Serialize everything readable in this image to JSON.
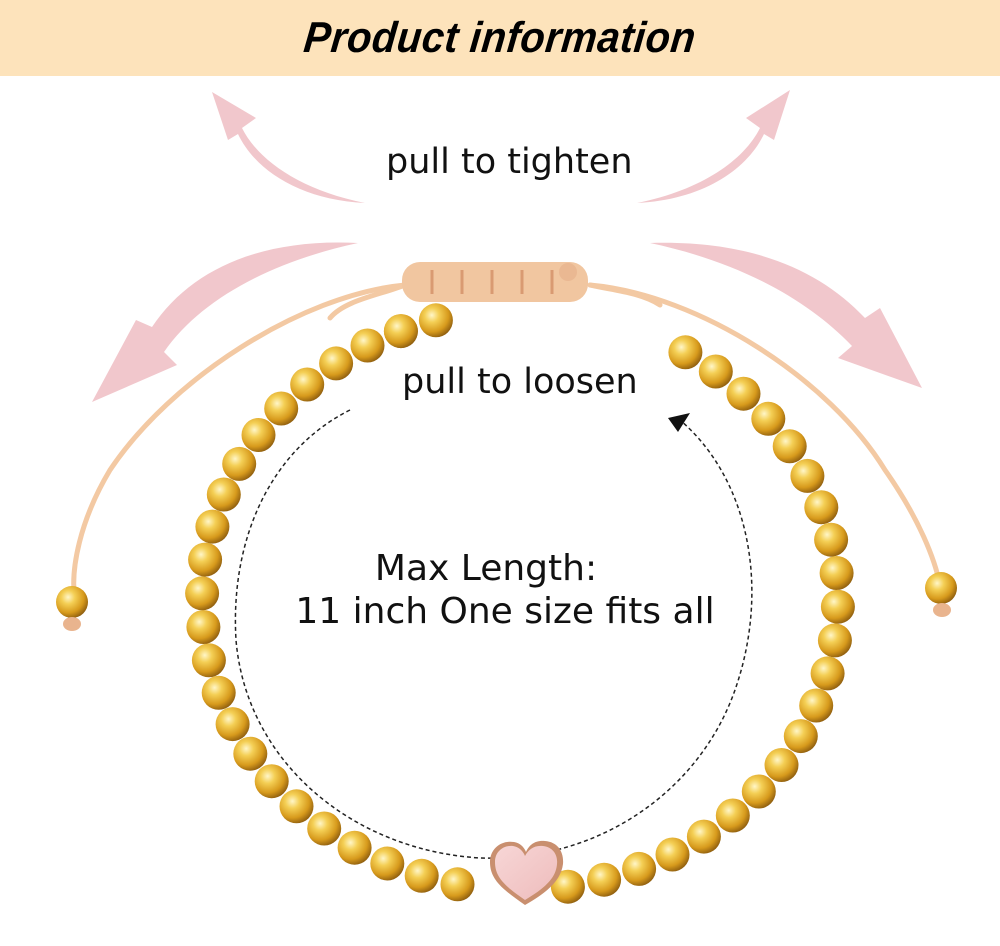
{
  "banner": {
    "title": "Product information",
    "background": "#fde3bb"
  },
  "labels": {
    "tighten": "pull to tighten",
    "loosen": "pull to loosen",
    "max_length_line1": "Max Length:",
    "max_length_line2": "11 inch One size fits all"
  },
  "product": {
    "type": "adjustable beaded bracelet",
    "bead_color": "gold",
    "charm": "pink heart",
    "cord_color": "#f3c9a3"
  },
  "colors": {
    "arrow": "#f1c7cc",
    "gold": "#e8b53a",
    "heart": "#f3c9c9"
  }
}
